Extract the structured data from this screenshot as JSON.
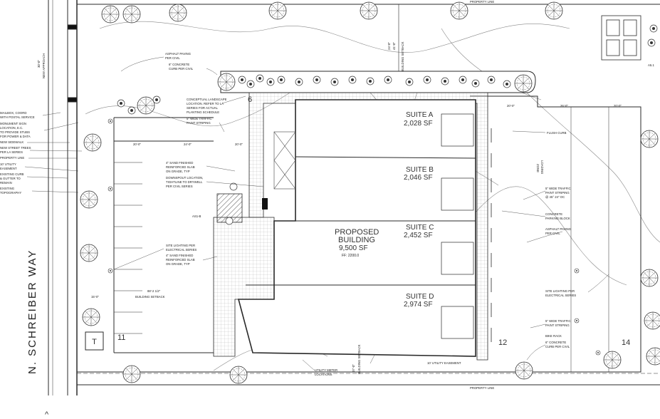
{
  "site_plan": {
    "street_name": "N. SCHREIBER WAY",
    "property_line_top": "PROPERTY LINE",
    "property_line_bottom": "PROPERTY LINE",
    "building": {
      "title_line1": "PROPOSED",
      "title_line2": "BUILDING",
      "area": "9,500 SF",
      "ff": "FF: 2200.0"
    },
    "suites": [
      {
        "name": "SUITE A",
        "area": "2,028 SF"
      },
      {
        "name": "SUITE B",
        "area": "2,046 SF"
      },
      {
        "name": "SUITE C",
        "area": "2,452 SF"
      },
      {
        "name": "SUITE D",
        "area": "2,974 SF"
      }
    ],
    "parking_counts": {
      "top": "6",
      "left": "11",
      "right_bottom": "12",
      "far_right": "14"
    },
    "ref_label": "A5.1",
    "notes_left": [
      "MAILBOX, COORD",
      "WITH POSTAL SERVICE",
      "MONUMENT SIGN",
      "LOCATION, E.C.",
      "TO PROVIDE STUBS",
      "FOR POWER & DATA",
      "NEW SIDEWALK",
      "NEW STREET TREES",
      "PER LA SERIES",
      "PROPERTY LINE",
      "10' UTILITY",
      "EASEMENT",
      "EXISTING CURB",
      "& GUTTER TO",
      "REMAIN",
      "EXISTING",
      "TOPOGRAPHY"
    ],
    "notes_center": {
      "asphalt_top": "ASPHALT PAVING",
      "asphalt_top_2": "PER CIVIL",
      "curb_top": "6\" CONCRETE",
      "curb_top_2": "CURB PER CIVIL",
      "landscape_1": "CONCEPTUAL LANDSCAPE",
      "landscape_2": "LOCATION. REFER TO LA",
      "landscape_3": "SERIES FOR ACTUAL",
      "landscape_4": "PLANTING SCHEDULE",
      "traffic_1": "5\" WIDE TRAFFIC",
      "traffic_2": "PAINT STRIPING",
      "slab_1": "4\" SAND FINISHED",
      "slab_2": "REINFORCED SLAB",
      "slab_3": "ON GRADE, TYP",
      "downspout_1": "DOWNSPOUT LOCATION,",
      "downspout_2": "TIGHTLINE TO DRYWELL",
      "downspout_3": "PER CIVIL SERIES",
      "as_ref": "AS1-B",
      "light_1": "SITE LIGHTING PER",
      "light_2": "ELECTRICAL SERIES",
      "slab2_1": "4\" SAND FINISHED",
      "slab2_2": "REINFORCED SLAB",
      "slab2_3": "ON GRADE, TYP",
      "utility_1": "UTILITY METER",
      "utility_2": "LOCATIONS",
      "bldg_setback": "BUILDING SETBACK",
      "dim_main": "88'-2 1/2\"",
      "dim_15": "15'-0\"",
      "dim_20a": "20'-0\"",
      "dim_24": "24'-0\"",
      "dim_20b": "20'-0\""
    },
    "notes_right": {
      "flush_curb": "FLUSH CURB",
      "loading_1": "LOADING",
      "loading_2": "ZONE",
      "traffic_1": "5\" WIDE TRAFFIC",
      "traffic_2": "PAINT STRIPING",
      "traffic_3": "@ 45° 24\" OC",
      "block_1": "CONCRETE",
      "block_2": "PARKING BLOCK",
      "asphalt_1": "ASPHALT PAVING",
      "asphalt_2": "PER CIVIL",
      "light_1": "SITE LIGHTING PER",
      "light_2": "ELECTRICAL SERIES",
      "traffic2_1": "5\" WIDE TRAFFIC",
      "traffic2_2": "PAINT STRIPING",
      "bike": "BIKE RACK",
      "curb_1": "6\" CONCRETE",
      "curb_2": "CURB PER CIVIL",
      "easement": "10' UTILITY EASEMENT",
      "dim_20": "20'-0\"",
      "dim_26": "26'-0\"",
      "dim_20b": "20'-0\""
    },
    "vertical_labels": {
      "row_approach": "NEW APPROACH",
      "row_approach_dim": "30'-0\"",
      "bldg_setback_top": "BUILDING SETBACK",
      "setback_dim": "24'-0\"",
      "setback_dim2": "41'-0\"",
      "dim_9": "9'-0\"",
      "bottom_setback": "BUILDING SETBACK",
      "bottom_dim": "37'-0\""
    },
    "colors": {
      "line": "#2a2a2a",
      "light_line": "#777777",
      "hatch": "#9a9a9a",
      "paper": "#ffffff"
    }
  }
}
